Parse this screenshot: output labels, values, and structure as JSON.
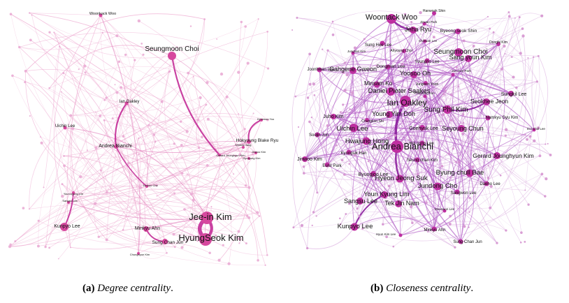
{
  "figure": {
    "panels": [
      {
        "id": "a",
        "caption_tag": "(a)",
        "caption_text": "Degree centrality",
        "caption_end": ".",
        "nodes": [
          {
            "label": "Woonkack Woo",
            "r": 2.5,
            "fs": 5.5
          },
          {
            "label": "Seungmoon Choi",
            "r": 6,
            "fs": 10
          },
          {
            "label": "Ian Oakley",
            "r": 2.5,
            "fs": 6
          },
          {
            "label": "Uichin Lee",
            "r": 2.5,
            "fs": 6
          },
          {
            "label": "Andrea Bianchi",
            "r": 3,
            "fs": 7
          },
          {
            "label": "Hyunwoo Yoo",
            "r": 2,
            "fs": 4
          },
          {
            "label": "Hokyoung Blake Ryu",
            "r": 3,
            "fs": 6.5
          },
          {
            "label": "Minhee Jang",
            "r": 2,
            "fs": 4
          },
          {
            "label": "Gerard Jounghyun Kim",
            "r": 2,
            "fs": 4
          },
          {
            "label": "Jinwoo Kim",
            "r": 2,
            "fs": 4
          },
          {
            "label": "Hyunjung Kim",
            "r": 2,
            "fs": 4
          },
          {
            "label": "Junhoo Cho",
            "r": 2,
            "fs": 4
          },
          {
            "label": "Youn-kyung Lim",
            "r": 2,
            "fs": 4
          },
          {
            "label": "Sangsu Lee",
            "r": 2,
            "fs": 4
          },
          {
            "label": "Kunpyo Lee",
            "r": 6,
            "fs": 7
          },
          {
            "label": "Minkyu Ahn",
            "r": 4,
            "fs": 7
          },
          {
            "label": "Sung Chan Jun",
            "r": 4,
            "fs": 6.5
          },
          {
            "label": "Chunghyun Kim",
            "r": 2,
            "fs": 4
          },
          {
            "label": "Jee-in Kim",
            "r": 9,
            "fs": 13
          },
          {
            "label": "HyungSeok Kim",
            "r": 9,
            "fs": 13
          }
        ]
      },
      {
        "id": "b",
        "caption_tag": "(b)",
        "caption_text": "Closeness centrality",
        "caption_end": ".",
        "nodes": [
          {
            "label": "Hanwook Shin",
            "r": 3,
            "fs": 5
          },
          {
            "label": "Woontack Woo",
            "r": 7,
            "fs": 11
          },
          {
            "label": "Jinwan Park",
            "r": 2.5,
            "fs": 4.5
          },
          {
            "label": "Jeha Ryu",
            "r": 5,
            "fs": 9
          },
          {
            "label": "Byeong seok Shin",
            "r": 4,
            "fs": 6.5
          },
          {
            "label": "Donghi Kim",
            "r": 3,
            "fs": 5
          },
          {
            "label": "Sung Hee Lee",
            "r": 3.5,
            "fs": 6
          },
          {
            "label": "Chihwan Lee",
            "r": 2.5,
            "fs": 4.5
          },
          {
            "label": "Ahyoung Choi",
            "r": 3,
            "fs": 5
          },
          {
            "label": "Seungmoon Choi",
            "r": 6,
            "fs": 10
          },
          {
            "label": "Sang youn Kim",
            "r": 5,
            "fs": 9
          },
          {
            "label": "Junghan Kim",
            "r": 2.5,
            "fs": 4.5
          },
          {
            "label": "Youngho Lee",
            "r": 3.5,
            "fs": 6
          },
          {
            "label": "Dongman Lee",
            "r": 3.5,
            "fs": 6.5
          },
          {
            "label": "Joonhwan Lee",
            "r": 3.5,
            "fs": 6
          },
          {
            "label": "Gahgene Gweon",
            "r": 5,
            "fs": 9
          },
          {
            "label": "Yoosoo Oh",
            "r": 5,
            "fs": 9
          },
          {
            "label": "Jun-Hee Park",
            "r": 2.5,
            "fs": 4.5
          },
          {
            "label": "Minsam Ko",
            "r": 4.5,
            "fs": 8
          },
          {
            "label": "Jungwon Yoon",
            "r": 3,
            "fs": 5
          },
          {
            "label": "Sungkil Lee",
            "r": 4,
            "fs": 7
          },
          {
            "label": "Daniel Pieter Saakes",
            "r": 6,
            "fs": 9.5
          },
          {
            "label": "Chansong Kim",
            "r": 2.5,
            "fs": 4.5
          },
          {
            "label": "Seokhee Jeon",
            "r": 5,
            "fs": 8.5
          },
          {
            "label": "Ian Oakley",
            "r": 8,
            "fs": 12
          },
          {
            "label": "Sung Phil Kim",
            "r": 6,
            "fs": 10
          },
          {
            "label": "Young Yim Doh",
            "r": 5,
            "fs": 9
          },
          {
            "label": "Juho Kim",
            "r": 4,
            "fs": 7
          },
          {
            "label": "Chungkon Shi",
            "r": 3,
            "fs": 5
          },
          {
            "label": "Namkyu Gyu Kim",
            "r": 3.5,
            "fs": 6
          },
          {
            "label": "Uichin Lee",
            "r": 6,
            "fs": 9.5
          },
          {
            "label": "Geehyuk Lee",
            "r": 4,
            "fs": 7
          },
          {
            "label": "Seyoung Chun",
            "r": 5,
            "fs": 9
          },
          {
            "label": "Eui Chul Lee",
            "r": 2.5,
            "fs": 4.5
          },
          {
            "label": "Soojin Jun",
            "r": 3.5,
            "fs": 6
          },
          {
            "label": "Hwajung Hong",
            "r": 5.5,
            "fs": 9.5
          },
          {
            "label": "Andrea Bianchi",
            "r": 9,
            "fs": 13
          },
          {
            "label": "Hui sung Lee",
            "r": 3.5,
            "fs": 6
          },
          {
            "label": "Gerard Jounghyun Kim",
            "r": 5,
            "fs": 8.5
          },
          {
            "label": "Jinwoo Kim",
            "r": 4,
            "fs": 7
          },
          {
            "label": "Kyungsik Han",
            "r": 3.5,
            "fs": 6
          },
          {
            "label": "Seung chan Kim",
            "r": 3.5,
            "fs": 6
          },
          {
            "label": "Eunil Park",
            "r": 3.5,
            "fs": 6
          },
          {
            "label": "Byung chull Bae",
            "r": 5.5,
            "fs": 9.5
          },
          {
            "label": "Byungjoo Lee",
            "r": 4,
            "fs": 7
          },
          {
            "label": "Hyeon Jeong Suk",
            "r": 5.5,
            "fs": 9.5
          },
          {
            "label": "Jundong Cho",
            "r": 5.5,
            "fs": 9.5
          },
          {
            "label": "Daeho Lee",
            "r": 3.5,
            "fs": 6
          },
          {
            "label": "Sangwon Lee",
            "r": 3.5,
            "fs": 6
          },
          {
            "label": "Youn Kyung Lim",
            "r": 5,
            "fs": 9
          },
          {
            "label": "Sangsu Lee",
            "r": 5,
            "fs": 9
          },
          {
            "label": "Tek Jin Nam",
            "r": 5,
            "fs": 9
          },
          {
            "label": "Moonwon Lee",
            "r": 2.5,
            "fs": 4.5
          },
          {
            "label": "Kunpyo Lee",
            "r": 5.5,
            "fs": 9.5
          },
          {
            "label": "Minkyu Ahn",
            "r": 3.5,
            "fs": 6
          },
          {
            "label": "Hyun Kim Lee",
            "r": 2.5,
            "fs": 4.5
          },
          {
            "label": "Sung Chan Jun",
            "r": 3.5,
            "fs": 6
          }
        ]
      }
    ]
  }
}
